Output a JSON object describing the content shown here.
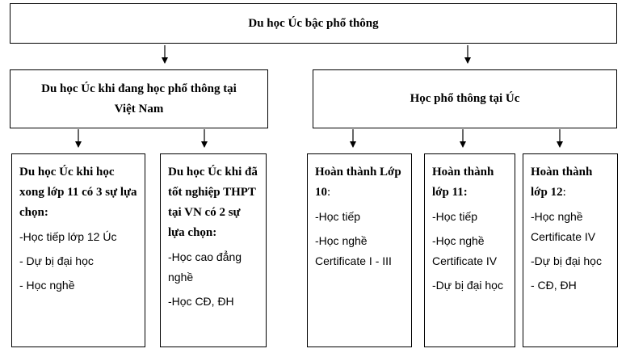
{
  "root": {
    "title": "Du học Úc bậc phổ thông"
  },
  "branches": [
    {
      "title_line1": "Du học Úc khi đang học phổ thông tại",
      "title_line2": "Việt Nam",
      "leaves": [
        {
          "heading": "Du học Úc khi học xong lớp 11 có 3 sự lựa chọn:",
          "heading_suffix": "",
          "items": [
            "-Học tiếp lớp 12 Úc",
            "- Dự bị đại học",
            "- Học nghề"
          ]
        },
        {
          "heading": "Du học Úc khi đã tốt nghiệp THPT tại VN có 2 sự lựa chọn:",
          "heading_suffix": "",
          "items": [
            "-Học cao đẳng nghề",
            "-Học CĐ, ĐH"
          ]
        }
      ]
    },
    {
      "title_line1": "Học phổ thông tại Úc",
      "title_line2": "",
      "leaves": [
        {
          "heading": "Hoàn thành Lớp 10",
          "heading_suffix": ":",
          "items": [
            "-Học tiếp",
            "-Học nghề Certificate I - III"
          ]
        },
        {
          "heading": "Hoàn thành lớp 11:",
          "heading_suffix": "",
          "items": [
            "-Học tiếp",
            "-Học nghề Certificate IV",
            "-Dự bị đại học"
          ]
        },
        {
          "heading": "Hoàn thành lớp 12",
          "heading_suffix": ":",
          "items": [
            "-Học nghề Certificate IV",
            "-Dự bị đại học",
            "- CĐ, ĐH"
          ]
        }
      ]
    }
  ]
}
